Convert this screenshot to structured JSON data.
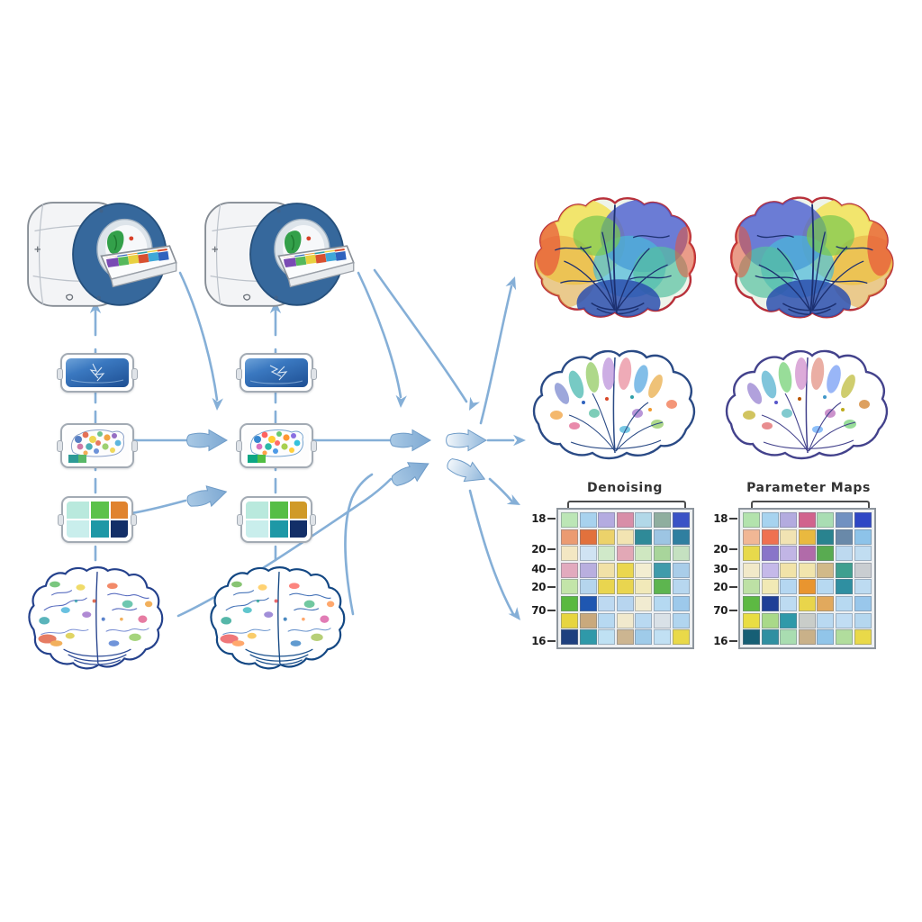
{
  "figure": {
    "description": "MRI acquisition-to-analysis pipeline diagram",
    "background": "#ffffff",
    "arrow_color": "#85afd7",
    "scanner": {
      "ring_color": "#36689c",
      "body_color": "#f3f4f6",
      "bore_green": "#33a04a"
    },
    "coil_panel_color": "#1d4e92",
    "icons": {
      "up_arrow": "triangle-up",
      "right_arrow": "triangle-right",
      "fat_arrow": "chunky-right-arrow",
      "dashed_connector": "vertical-dashes"
    }
  },
  "tablets": {
    "left": [
      "#b9e9dd",
      "#5cc24a",
      "#e0832e",
      "#c9eeec",
      "#1e98a6",
      "#132f68"
    ],
    "right": [
      "#b9e9dd",
      "#56be46",
      "#d09a28",
      "#c9eeec",
      "#1e98a6",
      "#132f68"
    ]
  },
  "grids": [
    {
      "id": "denoising",
      "title": "Denoising",
      "y_labels": [
        "18",
        "20",
        "40",
        "20",
        "70",
        "16"
      ],
      "cell_colors": [
        [
          "#bce6b6",
          "#a8d2ee",
          "#b4abe0",
          "#d88ea8",
          "#b2d8e8",
          "#8fae9f",
          "#3b53c6"
        ],
        [
          "#eb9b72",
          "#e2713c",
          "#ecd26a",
          "#f2e4b2",
          "#2f8a98",
          "#9dc5e3",
          "#2f7fa0"
        ],
        [
          "#f3e7c3",
          "#d0e3f3",
          "#d0e9c9",
          "#e2a8b6",
          "#cfe7c1",
          "#a8d59b",
          "#c5e1c1"
        ],
        [
          "#e2aabe",
          "#b9afdf",
          "#f1e1a7",
          "#ebd74f",
          "#f3edd1",
          "#3f9bab",
          "#a9cde9"
        ],
        [
          "#c3e5a9",
          "#b5d5ed",
          "#e9d54f",
          "#e9d54f",
          "#f1e9b9",
          "#5db54f",
          "#b7d7ef"
        ],
        [
          "#59b93f",
          "#1f57b1",
          "#bdd9f1",
          "#b7d5ef",
          "#f1ebd1",
          "#b5d9f1",
          "#9dc9eb"
        ],
        [
          "#e7d53f",
          "#c9a97d",
          "#b7d9f1",
          "#f1e9cd",
          "#b9d9f1",
          "#d9e1e7",
          "#b1d5ef"
        ],
        [
          "#1d407f",
          "#2f99a9",
          "#bfe1f3",
          "#ccb591",
          "#9fcbe9",
          "#c1e0f3",
          "#e9d949"
        ]
      ]
    },
    {
      "id": "parameter_maps",
      "title": "Parameter Maps",
      "y_labels": [
        "18",
        "20",
        "30",
        "20",
        "70",
        "16"
      ],
      "cell_colors": [
        [
          "#b3e3ad",
          "#a7d3ef",
          "#b3abdf",
          "#d1638d",
          "#a9ddb3",
          "#7191c1",
          "#2f47c5"
        ],
        [
          "#f1b795",
          "#ef7151",
          "#f1e3b3",
          "#e9b93f",
          "#29838f",
          "#6989a9",
          "#8dc3e9"
        ],
        [
          "#e7d94b",
          "#8975c9",
          "#c1b5e5",
          "#b16ba9",
          "#59ab51",
          "#bdd9ef",
          "#c1ddf1"
        ],
        [
          "#f1e9c9",
          "#c5b9e9",
          "#f1e3a9",
          "#f1e5ad",
          "#d1b989",
          "#3f9f8f",
          "#c9cdd1"
        ],
        [
          "#bde1a5",
          "#f1e9b5",
          "#b5d7f1",
          "#e9952f",
          "#b7d9f1",
          "#2f8fa1",
          "#bddbf1"
        ],
        [
          "#5db943",
          "#1f3f97",
          "#bddbf1",
          "#e9d54b",
          "#e1a95d",
          "#b7d9f1",
          "#99c7eb"
        ],
        [
          "#e9dd43",
          "#a9d989",
          "#2f99a9",
          "#c9cdc9",
          "#b9d9f1",
          "#c1ddf3",
          "#b5d7ef"
        ],
        [
          "#165f75",
          "#2f8fa1",
          "#a9ddb1",
          "#c9b189",
          "#91c5e9",
          "#b1dd9d",
          "#e9d949"
        ]
      ]
    }
  ]
}
